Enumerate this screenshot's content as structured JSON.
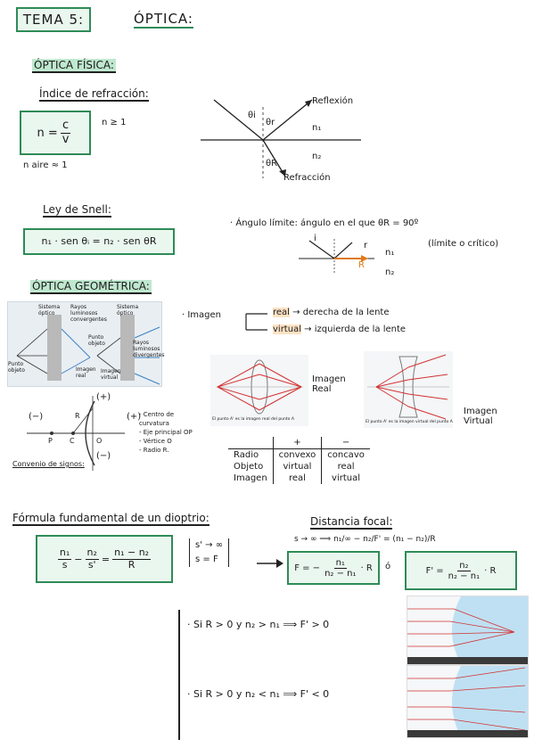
{
  "header": {
    "tema": "TEMA 5:",
    "title": "ÓPTICA:"
  },
  "fisica": {
    "heading": "ÓPTICA FÍSICA:",
    "indice_heading": "Índice de refracción:",
    "n_label": "n =",
    "n_num": "c",
    "n_den": "v",
    "n_ge": "n ≥ 1",
    "n_aire": "n aire ≈ 1",
    "diagram": {
      "reflexion": "Reflexión",
      "refraccion": "Refracción",
      "n1": "n₁",
      "n2": "n₂",
      "theta_i": "θi",
      "theta_r": "θr",
      "theta_R": "θR"
    }
  },
  "snell": {
    "heading": "Ley de Snell:",
    "formula": "n₁ · sen θᵢ = n₂ · sen θR",
    "angulo_limite": "· Ángulo límite: ángulo en el que θR = 90º",
    "limite_critico": "(límite o crítico)",
    "n1": "n₁",
    "n2": "n₂",
    "diagram_i": "i",
    "diagram_r": "r",
    "diagram_R": "R"
  },
  "geometrica": {
    "heading": "ÓPTICA GEOMÉTRICA:",
    "imagen_label": "· Imagen",
    "real_word": "real",
    "real_desc": "→ derecha de la lente",
    "virtual_word": "virtual",
    "virtual_desc": "→ izquierda de la lente",
    "photo_labels": {
      "sistema_optico_1": "Sistema óptico",
      "rayos_conv": "Rayos luminosos convergentes",
      "sistema_optico_2": "Sistema óptico",
      "punto_objeto_1": "Punto objeto",
      "punto_objeto_2": "Punto objeto",
      "imagen_real": "Imagen real",
      "imagen_virtual": "Imagen virtual",
      "rayos_div": "Rayos luminosos divergentes"
    },
    "lens_real_label": "Imagen Real",
    "lens_real_caption": "El punto A' es la imagen real del punto A",
    "lens_virtual_label": "Imagen Virtual",
    "lens_virtual_caption": "El punto A' es la imagen virtual del punto A",
    "convenio": {
      "plus": "(+)",
      "minus": "(−)",
      "plus_axis": "(+)",
      "minus_axis": "(−)",
      "items": [
        "- Centro de curvatura",
        "- Eje principal OP",
        "- Vértice O",
        "- Radio R."
      ],
      "footer": "Convenio de signos:",
      "P": "P",
      "C": "C",
      "O": "O",
      "R": "R"
    },
    "table": {
      "head": [
        "",
        "+",
        "−"
      ],
      "rows": [
        [
          "Radio",
          "convexo",
          "concavo"
        ],
        [
          "Objeto",
          "virtual",
          "real"
        ],
        [
          "Imagen",
          "real",
          "virtual"
        ]
      ]
    }
  },
  "dioptrio": {
    "heading": "Fórmula fundamental de un dioptrio:",
    "f_n1": "n₁",
    "f_s": "s",
    "f_n2": "n₂",
    "f_s2": "s'",
    "f_diff": "n₁ − n₂",
    "f_R": "R",
    "cond1": "s' → ∞",
    "cond2": "s = F",
    "focal_heading": "Distancia focal:",
    "focal_line": "s → ∞ ⟹ n₁/∞ − n₂/F' = (n₁ − n₂)/R",
    "F_formula_lhs": "F = −",
    "F_num": "n₁",
    "F_den": "n₂ − n₁",
    "F_tail": "· R",
    "o_word": "ó",
    "Fp_lhs": "F' =",
    "Fp_num": "n₂",
    "Fp_den": "n₂ − n₁",
    "Fp_tail": "· R",
    "case1": "· Si  R > 0  y  n₂ > n₁  ⟹  F' > 0",
    "case2": "· Si  R > 0  y  n₂ < n₁  ⟹  F' < 0"
  },
  "colors": {
    "green": "#2e8b57",
    "orange": "#e07a1b",
    "red": "#d23232",
    "blue": "#3b82c4"
  }
}
